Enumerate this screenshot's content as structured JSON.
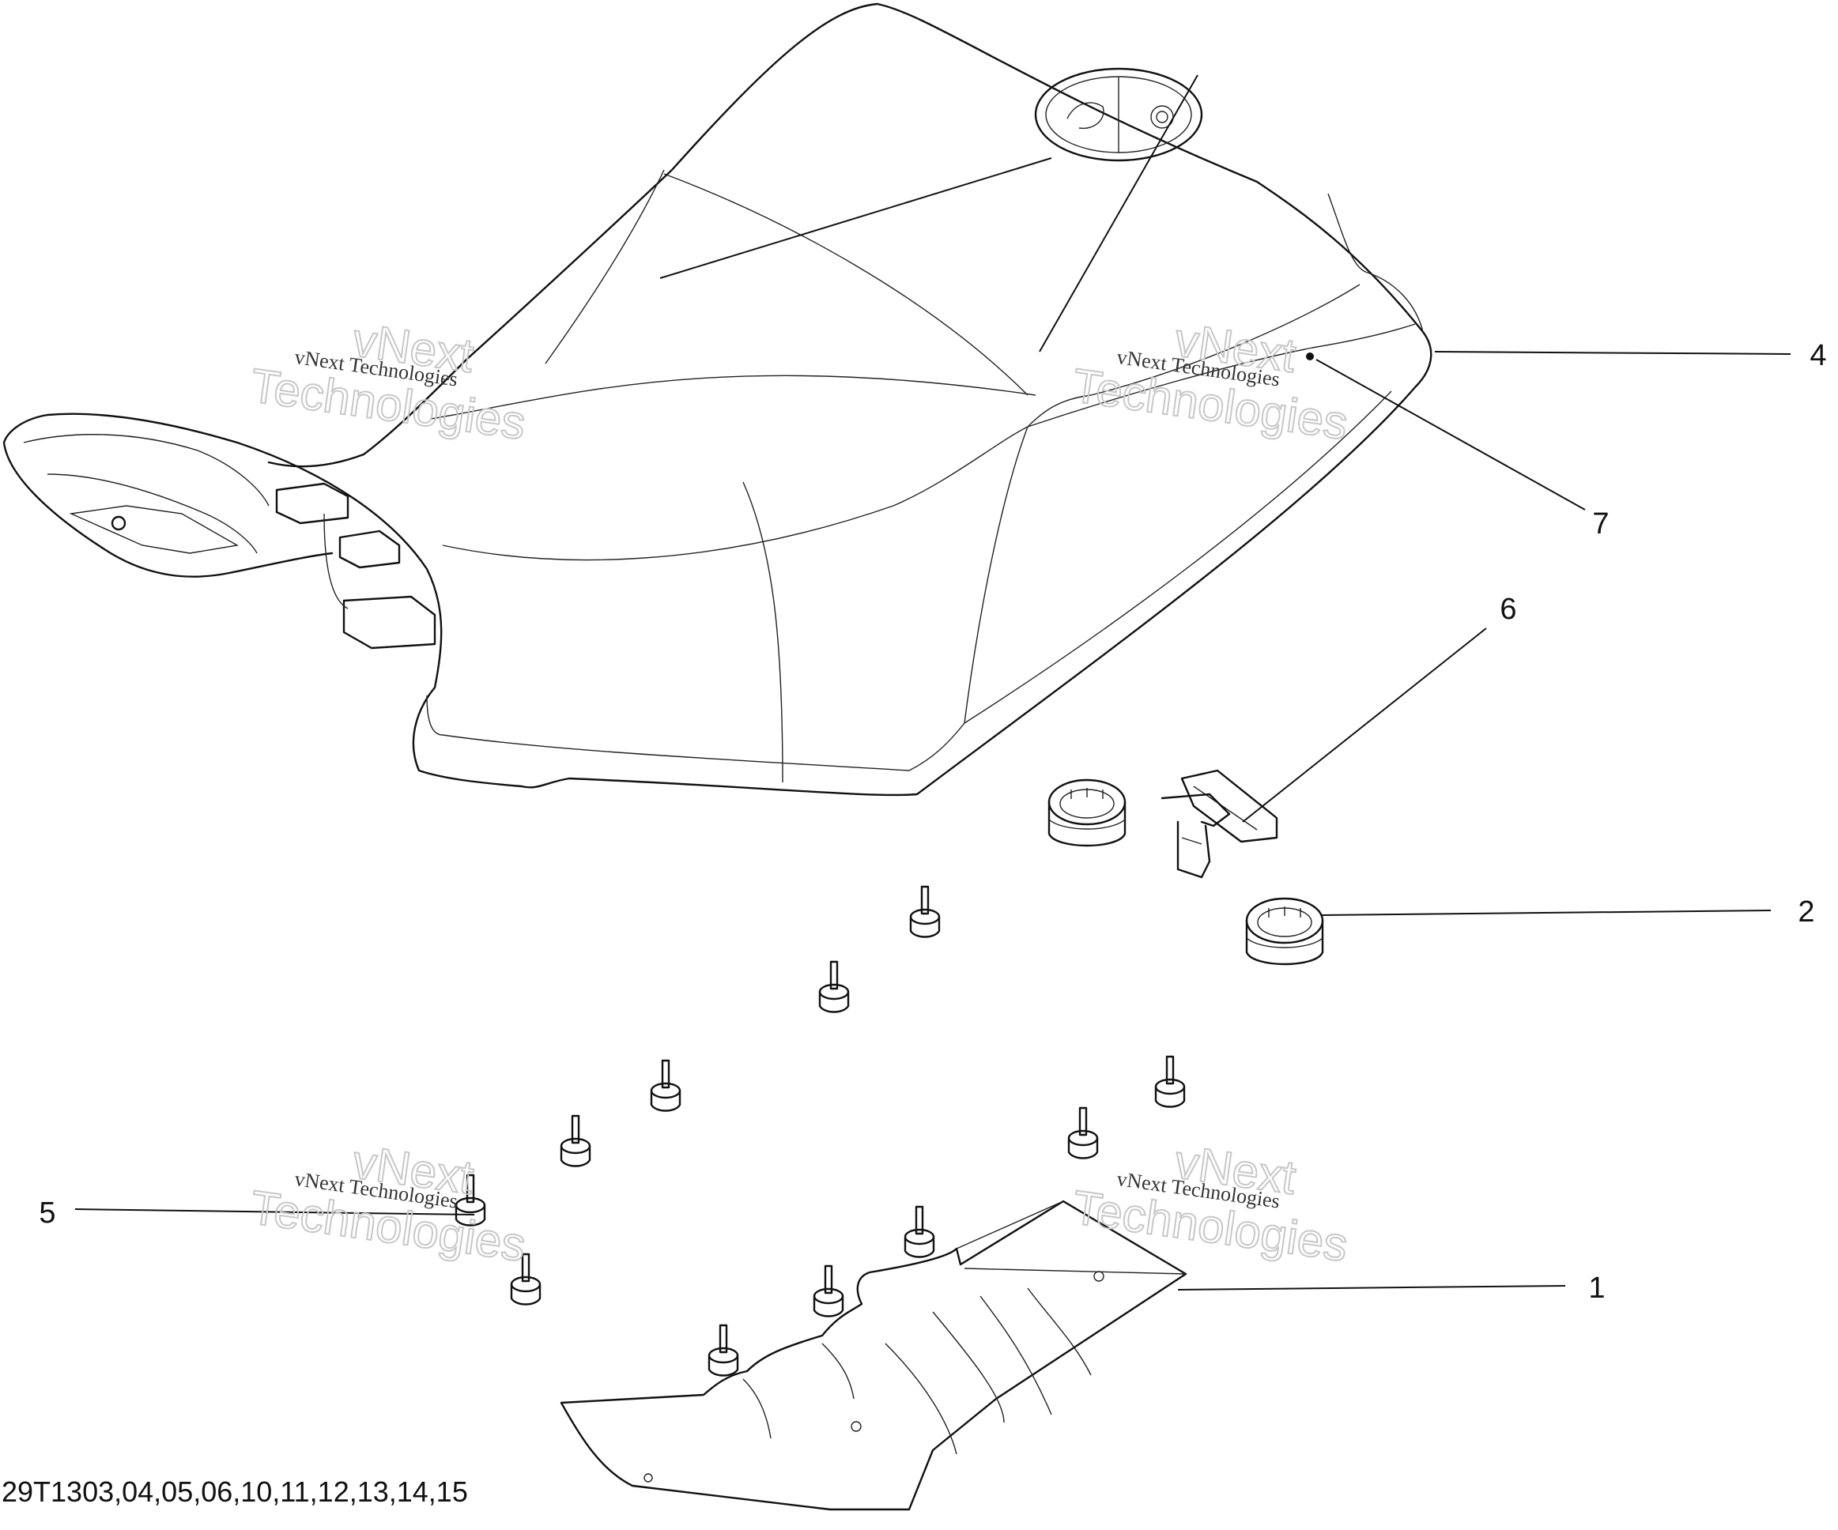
{
  "callouts": [
    {
      "number": "4",
      "part": "seat"
    },
    {
      "number": "7",
      "part": "label"
    },
    {
      "number": "6",
      "part": "latch"
    },
    {
      "number": "2",
      "part": "grommet"
    },
    {
      "number": "5",
      "part": "screw"
    },
    {
      "number": "1",
      "part": "base-plate"
    }
  ],
  "watermark": {
    "small_text": "vNext Technologies",
    "big_line1": "vNext",
    "big_line2": "Technologies"
  },
  "footer": {
    "code": "29T1303,04,05,06,10,11,12,13,14,15"
  }
}
